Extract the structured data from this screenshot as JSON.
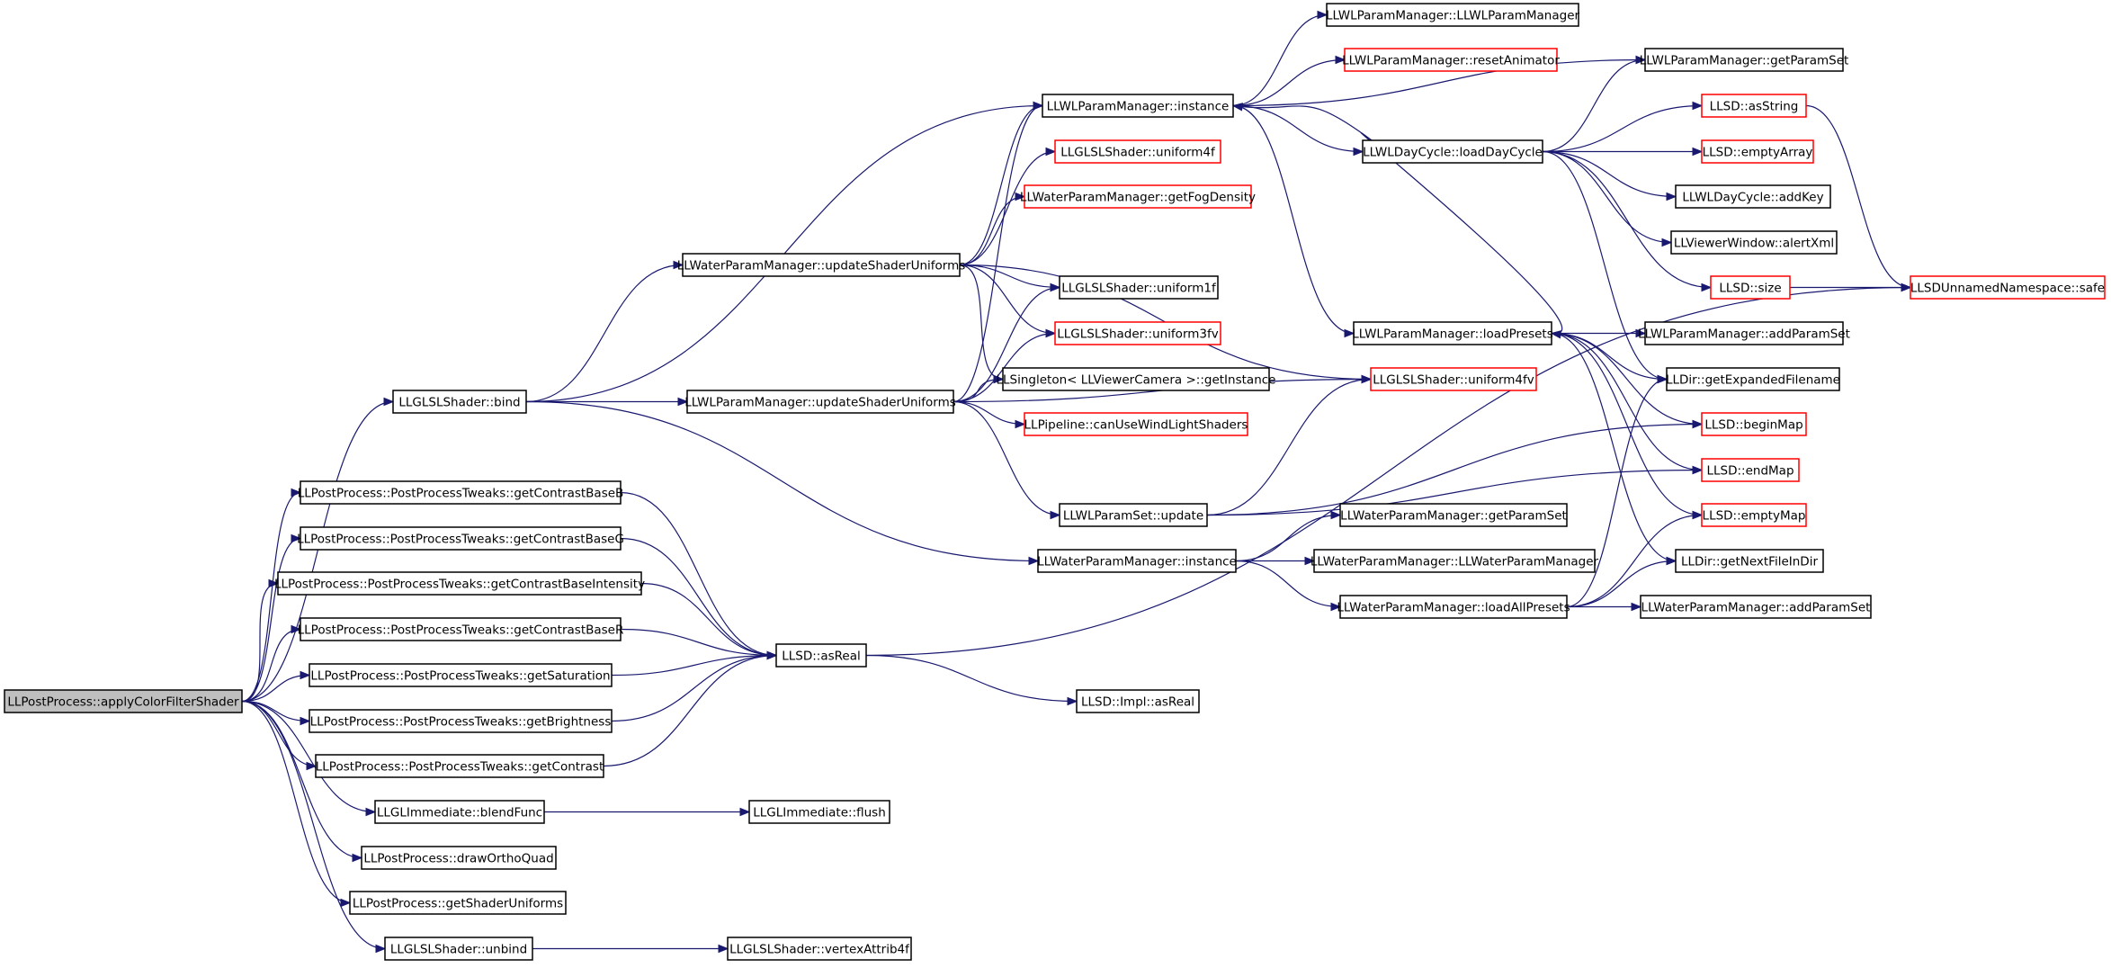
{
  "graph": {
    "type": "call-graph",
    "colors": {
      "edge": "#191970",
      "root_fill": "#bfbfbf",
      "node_border": "#000000",
      "incomplete_node_border": "#ff0000"
    },
    "nodes": [
      {
        "id": "n0",
        "label": "LLPostProcess::applyColorFilterShader",
        "style": "root"
      },
      {
        "id": "n1",
        "label": "LLGLSLShader::bind",
        "style": "normal"
      },
      {
        "id": "n2",
        "label": "LLPostProcess::PostProcessTweaks::getContrastBaseB",
        "style": "normal"
      },
      {
        "id": "n3",
        "label": "LLPostProcess::PostProcessTweaks::getContrastBaseG",
        "style": "normal"
      },
      {
        "id": "n4",
        "label": "LLPostProcess::PostProcessTweaks::getContrastBaseIntensity",
        "style": "normal"
      },
      {
        "id": "n5",
        "label": "LLPostProcess::PostProcessTweaks::getContrastBaseR",
        "style": "normal"
      },
      {
        "id": "n6",
        "label": "LLPostProcess::PostProcessTweaks::getSaturation",
        "style": "normal"
      },
      {
        "id": "n7",
        "label": "LLPostProcess::PostProcessTweaks::getBrightness",
        "style": "normal"
      },
      {
        "id": "n8",
        "label": "LLPostProcess::PostProcessTweaks::getContrast",
        "style": "normal"
      },
      {
        "id": "n9",
        "label": "LLGLImmediate::blendFunc",
        "style": "normal"
      },
      {
        "id": "n10",
        "label": "LLPostProcess::drawOrthoQuad",
        "style": "normal"
      },
      {
        "id": "n11",
        "label": "LLPostProcess::getShaderUniforms",
        "style": "normal"
      },
      {
        "id": "n12",
        "label": "LLGLSLShader::unbind",
        "style": "normal"
      },
      {
        "id": "n13",
        "label": "LLWaterParamManager::updateShaderUniforms",
        "style": "normal"
      },
      {
        "id": "n14",
        "label": "LLWLParamManager::updateShaderUniforms",
        "style": "normal"
      },
      {
        "id": "n15",
        "label": "LLSD::asReal",
        "style": "normal"
      },
      {
        "id": "n16",
        "label": "LLGLImmediate::flush",
        "style": "normal"
      },
      {
        "id": "n17",
        "label": "LLGLSLShader::vertexAttrib4f",
        "style": "normal"
      },
      {
        "id": "n18",
        "label": "LLWLParamManager::instance",
        "style": "normal"
      },
      {
        "id": "n19",
        "label": "LLGLSLShader::uniform4f",
        "style": "red"
      },
      {
        "id": "n20",
        "label": "LLWaterParamManager::getFogDensity",
        "style": "red"
      },
      {
        "id": "n21",
        "label": "LLGLSLShader::uniform1f",
        "style": "normal"
      },
      {
        "id": "n22",
        "label": "LLGLSLShader::uniform3fv",
        "style": "red"
      },
      {
        "id": "n23",
        "label": "LLSingleton< LLViewerCamera >::getInstance",
        "style": "normal"
      },
      {
        "id": "n24",
        "label": "LLPipeline::canUseWindLightShaders",
        "style": "red"
      },
      {
        "id": "n25",
        "label": "LLWLParamSet::update",
        "style": "normal"
      },
      {
        "id": "n26",
        "label": "LLWaterParamManager::instance",
        "style": "normal"
      },
      {
        "id": "n27",
        "label": "LLSD::Impl::asReal",
        "style": "normal"
      },
      {
        "id": "n28",
        "label": "LLWLParamManager::LLWLParamManager",
        "style": "normal"
      },
      {
        "id": "n29",
        "label": "LLWLParamManager::resetAnimator",
        "style": "red"
      },
      {
        "id": "n30",
        "label": "LLWLDayCycle::loadDayCycle",
        "style": "normal"
      },
      {
        "id": "n31",
        "label": "LLWLParamManager::loadPresets",
        "style": "normal"
      },
      {
        "id": "n32",
        "label": "LLGLSLShader::uniform4fv",
        "style": "red"
      },
      {
        "id": "n33",
        "label": "LLWaterParamManager::getParamSet",
        "style": "normal"
      },
      {
        "id": "n34",
        "label": "LLWaterParamManager::LLWaterParamManager",
        "style": "normal"
      },
      {
        "id": "n35",
        "label": "LLWaterParamManager::loadAllPresets",
        "style": "normal"
      },
      {
        "id": "n36",
        "label": "LLWLParamManager::getParamSet",
        "style": "normal"
      },
      {
        "id": "n37",
        "label": "LLSD::asString",
        "style": "red"
      },
      {
        "id": "n38",
        "label": "LLSD::emptyArray",
        "style": "red"
      },
      {
        "id": "n39",
        "label": "LLWLDayCycle::addKey",
        "style": "normal"
      },
      {
        "id": "n40",
        "label": "LLViewerWindow::alertXml",
        "style": "normal"
      },
      {
        "id": "n41",
        "label": "LLSD::size",
        "style": "red"
      },
      {
        "id": "n42",
        "label": "LLSDUnnamedNamespace::safe",
        "style": "red"
      },
      {
        "id": "n43",
        "label": "LLWLParamManager::addParamSet",
        "style": "normal"
      },
      {
        "id": "n44",
        "label": "LLDir::getExpandedFilename",
        "style": "normal"
      },
      {
        "id": "n45",
        "label": "LLSD::beginMap",
        "style": "red"
      },
      {
        "id": "n46",
        "label": "LLSD::endMap",
        "style": "red"
      },
      {
        "id": "n47",
        "label": "LLSD::emptyMap",
        "style": "red"
      },
      {
        "id": "n48",
        "label": "LLDir::getNextFileInDir",
        "style": "normal"
      },
      {
        "id": "n49",
        "label": "LLWaterParamManager::addParamSet",
        "style": "normal"
      }
    ],
    "edges": [
      [
        "n0",
        "n1"
      ],
      [
        "n0",
        "n2"
      ],
      [
        "n0",
        "n3"
      ],
      [
        "n0",
        "n4"
      ],
      [
        "n0",
        "n5"
      ],
      [
        "n0",
        "n6"
      ],
      [
        "n0",
        "n7"
      ],
      [
        "n0",
        "n8"
      ],
      [
        "n0",
        "n9"
      ],
      [
        "n0",
        "n10"
      ],
      [
        "n0",
        "n11"
      ],
      [
        "n0",
        "n12"
      ],
      [
        "n1",
        "n13"
      ],
      [
        "n1",
        "n14"
      ],
      [
        "n1",
        "n18"
      ],
      [
        "n1",
        "n26"
      ],
      [
        "n2",
        "n15"
      ],
      [
        "n3",
        "n15"
      ],
      [
        "n4",
        "n15"
      ],
      [
        "n5",
        "n15"
      ],
      [
        "n6",
        "n15"
      ],
      [
        "n7",
        "n15"
      ],
      [
        "n8",
        "n15"
      ],
      [
        "n9",
        "n16"
      ],
      [
        "n12",
        "n17"
      ],
      [
        "n13",
        "n18"
      ],
      [
        "n13",
        "n19"
      ],
      [
        "n13",
        "n20"
      ],
      [
        "n13",
        "n21"
      ],
      [
        "n13",
        "n22"
      ],
      [
        "n13",
        "n23"
      ],
      [
        "n13",
        "n32"
      ],
      [
        "n14",
        "n18"
      ],
      [
        "n14",
        "n21"
      ],
      [
        "n14",
        "n22"
      ],
      [
        "n14",
        "n23"
      ],
      [
        "n14",
        "n24"
      ],
      [
        "n14",
        "n25"
      ],
      [
        "n14",
        "n32"
      ],
      [
        "n15",
        "n27"
      ],
      [
        "n15",
        "n42"
      ],
      [
        "n18",
        "n28"
      ],
      [
        "n18",
        "n29"
      ],
      [
        "n18",
        "n30"
      ],
      [
        "n18",
        "n31"
      ],
      [
        "n18",
        "n36"
      ],
      [
        "n25",
        "n32"
      ],
      [
        "n25",
        "n45"
      ],
      [
        "n25",
        "n46"
      ],
      [
        "n26",
        "n33"
      ],
      [
        "n26",
        "n34"
      ],
      [
        "n26",
        "n35"
      ],
      [
        "n30",
        "n18"
      ],
      [
        "n30",
        "n36"
      ],
      [
        "n30",
        "n37"
      ],
      [
        "n30",
        "n38"
      ],
      [
        "n30",
        "n39"
      ],
      [
        "n30",
        "n40"
      ],
      [
        "n30",
        "n41"
      ],
      [
        "n30",
        "n44"
      ],
      [
        "n30",
        "n31"
      ],
      [
        "n31",
        "n43"
      ],
      [
        "n31",
        "n44"
      ],
      [
        "n31",
        "n45"
      ],
      [
        "n31",
        "n46"
      ],
      [
        "n31",
        "n47"
      ],
      [
        "n31",
        "n48"
      ],
      [
        "n35",
        "n44"
      ],
      [
        "n35",
        "n47"
      ],
      [
        "n35",
        "n48"
      ],
      [
        "n35",
        "n49"
      ],
      [
        "n37",
        "n42"
      ],
      [
        "n41",
        "n42"
      ]
    ]
  }
}
